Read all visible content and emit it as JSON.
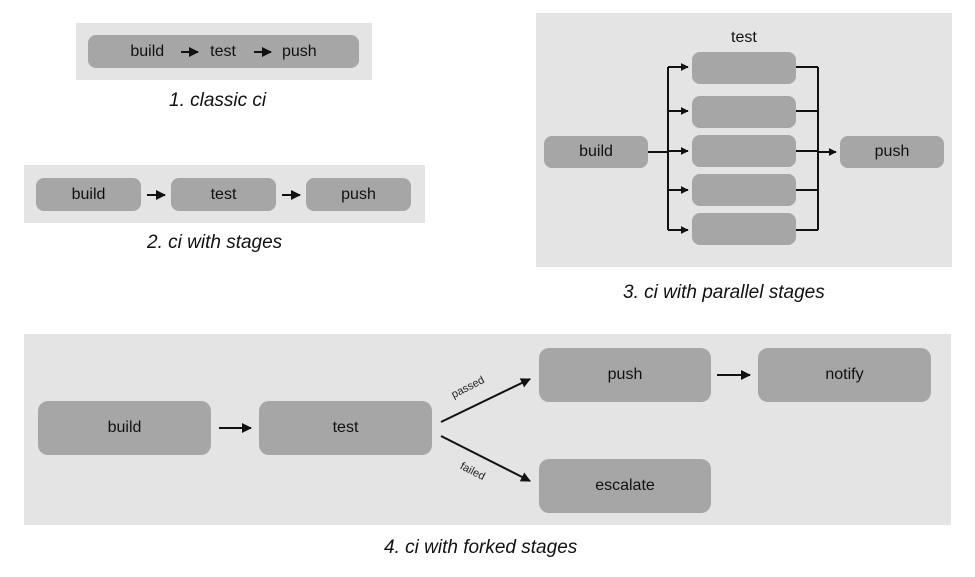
{
  "diagram1": {
    "caption": "1. classic ci",
    "build": "build",
    "test": "test",
    "push": "push"
  },
  "diagram2": {
    "caption": "2. ci with stages",
    "build": "build",
    "test": "test",
    "push": "push"
  },
  "diagram3": {
    "caption": "3. ci with parallel stages",
    "build": "build",
    "test_group_label": "test",
    "push": "push",
    "parallel_test_count": 5
  },
  "diagram4": {
    "caption": "4. ci with forked stages",
    "build": "build",
    "test": "test",
    "push": "push",
    "notify": "notify",
    "escalate": "escalate",
    "passed_label": "passed",
    "failed_label": "failed"
  },
  "colors": {
    "panel": "#e4e4e4",
    "box": "#a5a6a5",
    "arrow": "#111111"
  }
}
